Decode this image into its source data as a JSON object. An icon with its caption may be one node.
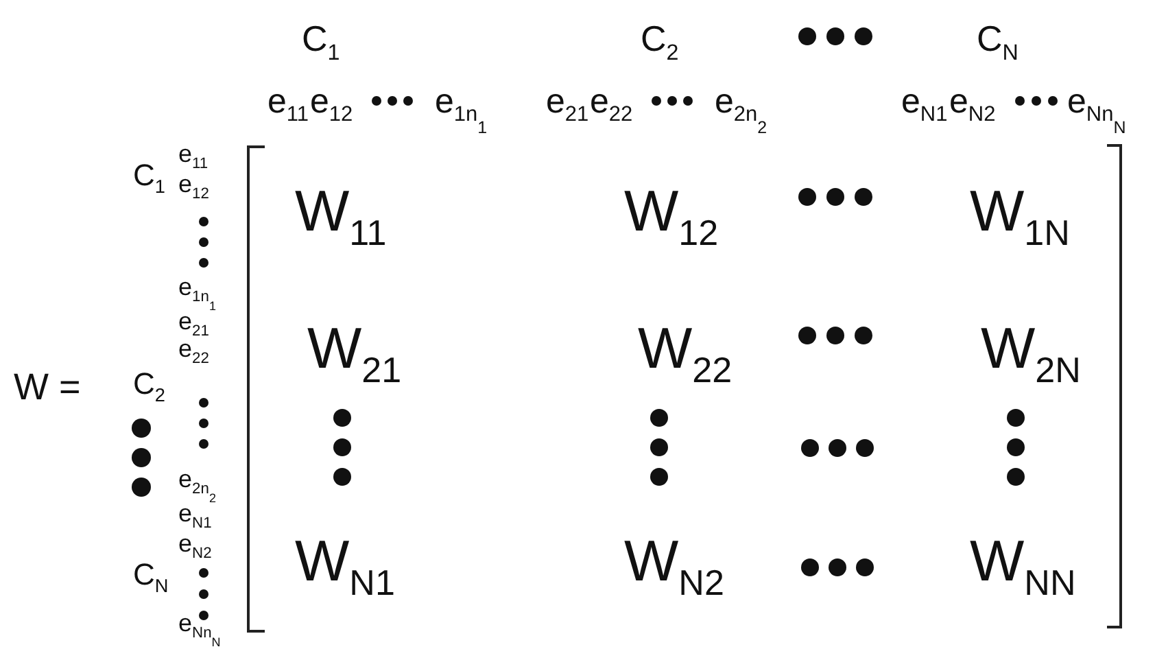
{
  "diagram": {
    "labels": [
      "C$_{1}$",
      "C$_{2}$",
      "C$_{N}$",
      "e$_{11}$",
      "e$_{12}$",
      "e$_{1n}$$_{1}$",
      "e$_{21}$",
      "e$_{22}$",
      "e$_{2n}$$_{2}$",
      "e$_{N1}$",
      "e$_{N2}$",
      "e$_{Nn}$$_{N}$",
      "W =",
      "C$_{1}$",
      "e$_{11}$",
      "e$_{12}$",
      "e$_{1n}$$_{1}$",
      "e$_{21}$",
      "C$_{2}$",
      "e$_{22}$",
      "e$_{2n}$$_{2}$",
      "e$_{N1}$",
      "e$_{N2}$",
      "C$_{N}$",
      "e$_{Nn}$$_{N}$",
      "W$_{11}$",
      "W$_{12}$",
      "W$_{1N}$",
      "W$_{21}$",
      "W$_{22}$",
      "W$_{2N}$",
      "W$_{N1}$",
      "W$_{N2}$",
      "W$_{NN}$"
    ]
  }
}
